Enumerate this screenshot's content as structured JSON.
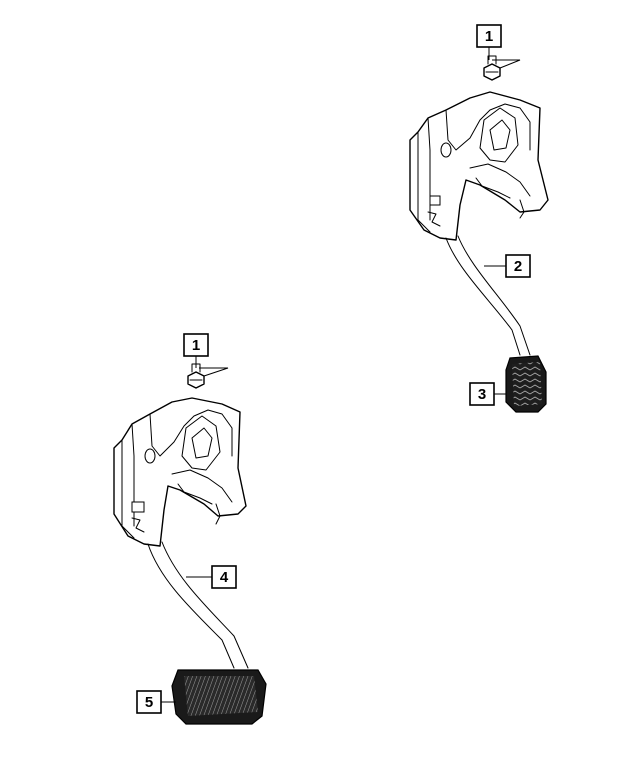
{
  "callouts": [
    {
      "id": "callout-1-top",
      "label": "1"
    },
    {
      "id": "callout-2",
      "label": "2"
    },
    {
      "id": "callout-3",
      "label": "3"
    },
    {
      "id": "callout-1-bottom",
      "label": "1"
    },
    {
      "id": "callout-4",
      "label": "4"
    },
    {
      "id": "callout-5",
      "label": "5"
    }
  ]
}
